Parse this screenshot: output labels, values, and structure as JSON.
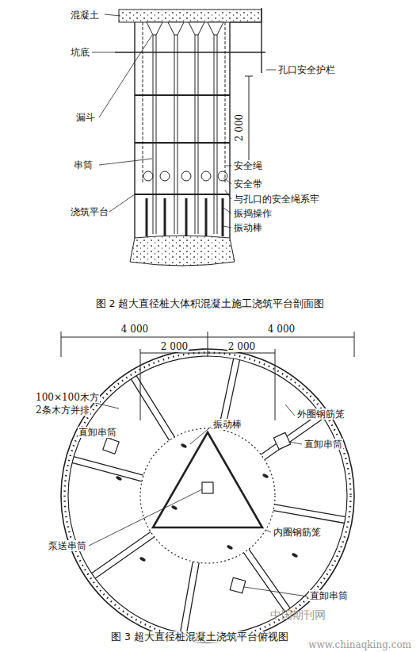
{
  "diagram": {
    "labels": [
      "混凝土",
      "坑底",
      "孔口安全护栏",
      "漏斗",
      "2 000",
      "串筒",
      "安全绳",
      "安全带",
      "与孔口的安全绳系牢",
      "浇筑平台",
      "振捣操作",
      "振动棒",
      "图 2 超大直径桩大体积混凝土施工浇筑平台剖面图",
      "4 000",
      "4 000",
      "2 000",
      "2 000",
      "100×100木方",
      "2条木方并排",
      "直卸串筒",
      "振动棒",
      "外圈钢筋笼",
      "直卸串筒",
      "泵送串筒",
      "内圈钢筋笼",
      "直卸串筒",
      "中国期刊网",
      "图 3 超大直径桩混凝土浇筑平台俯视图",
      "www.chinaqking.com"
    ]
  }
}
